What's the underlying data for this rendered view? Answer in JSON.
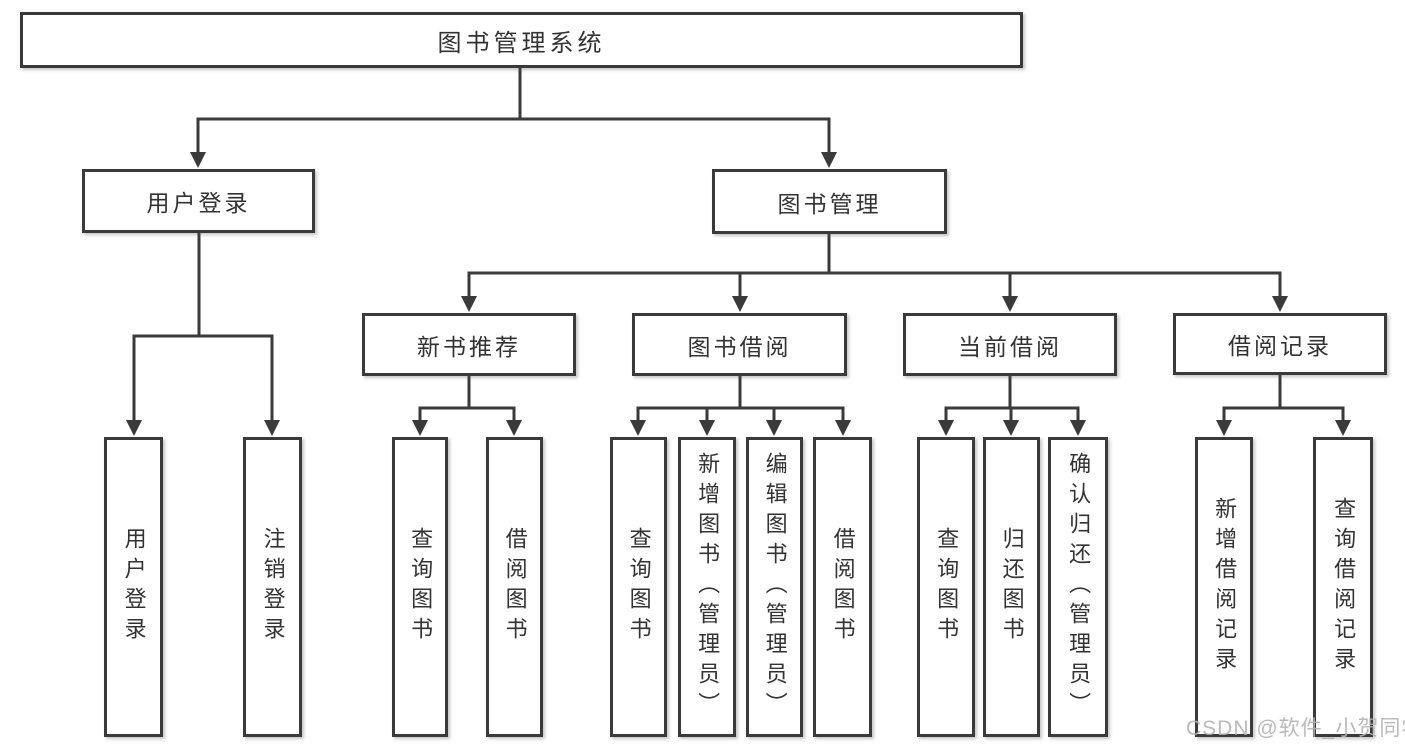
{
  "diagram": {
    "root": {
      "label": "图书管理系统"
    },
    "branches": [
      {
        "label": "用户登录",
        "children": [
          {
            "label": "用户登录"
          },
          {
            "label": "注销登录"
          }
        ]
      },
      {
        "label": "图书管理",
        "children": [
          {
            "label": "新书推荐",
            "children": [
              {
                "label": "查询图书"
              },
              {
                "label": "借阅图书"
              }
            ]
          },
          {
            "label": "图书借阅",
            "children": [
              {
                "label": "查询图书"
              },
              {
                "label": "新增图书（管理员）"
              },
              {
                "label": "编辑图书（管理员）"
              },
              {
                "label": "借阅图书"
              }
            ]
          },
          {
            "label": "当前借阅",
            "children": [
              {
                "label": "查询图书"
              },
              {
                "label": "归还图书"
              },
              {
                "label": "确认归还（管理员）"
              }
            ]
          },
          {
            "label": "借阅记录",
            "children": [
              {
                "label": "新增借阅记录"
              },
              {
                "label": "查询借阅记录"
              }
            ]
          }
        ]
      }
    ]
  },
  "watermark": {
    "text": "CSDN @软件_小贺同学"
  },
  "colors": {
    "line": "#3a3a3a",
    "border": "#3a3a3a",
    "text": "#333333",
    "watermark": "#b3b3b3",
    "background": "#ffffff"
  }
}
